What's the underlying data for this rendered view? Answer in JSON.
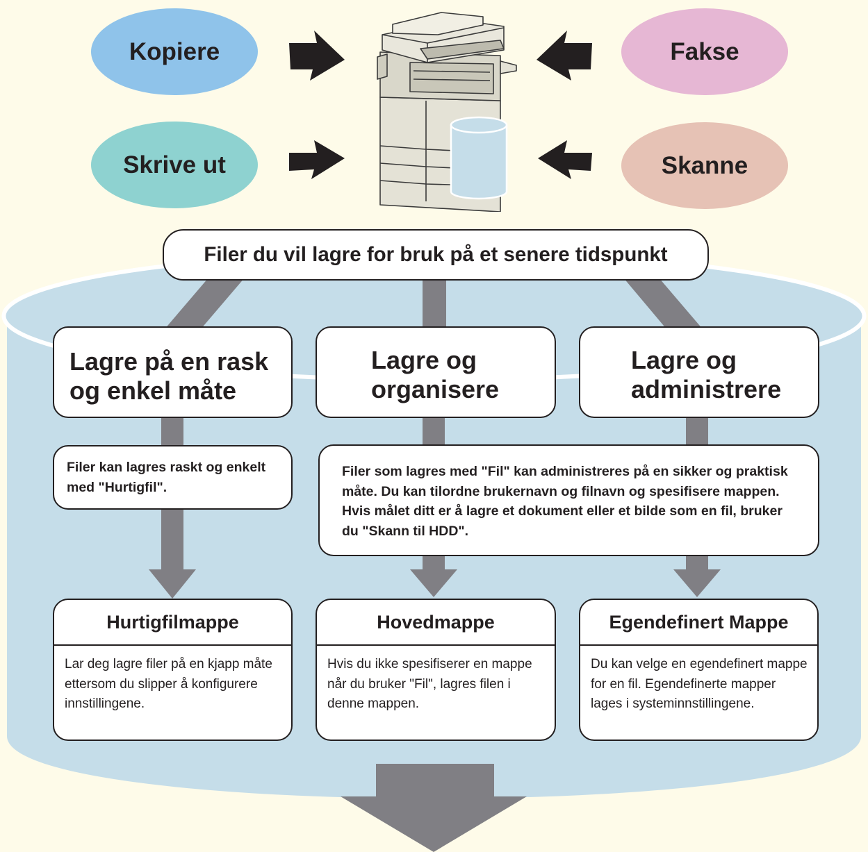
{
  "colors": {
    "background": "#fefbe9",
    "cylinder": "#c5dde9",
    "connector": "#807f84",
    "copy": "#8fc3ea",
    "print": "#8ed2d0",
    "fax": "#e6b7d4",
    "scan": "#e6c2b5"
  },
  "sources": {
    "copy": "Kopiere",
    "fax": "Fakse",
    "print": "Skrive ut",
    "scan": "Skanne"
  },
  "banner": "Filer du vil lagre for bruk på et senere tidspunkt",
  "methods": {
    "quick": "Lagre på en rask og enkel måte",
    "organize": "Lagre og organisere",
    "manage": "Lagre og administrere"
  },
  "descriptions": {
    "quick": "Filer kan lagres raskt og enkelt med \"Hurtigfil\".",
    "file": "Filer som lagres med \"Fil\" kan administreres på en sikker og praktisk måte. Du kan tilordne brukernavn og filnavn og spesifisere mappen. Hvis målet ditt er å lagre et dokument eller et bilde som en fil, bruker du \"Skann til HDD\"."
  },
  "folders": [
    {
      "title": "Hurtigfilmappe",
      "text": "Lar deg lagre filer på en kjapp måte ettersom du slipper å konfigurere innstillingene."
    },
    {
      "title": "Hovedmappe",
      "text": "Hvis du ikke spesifiserer en mappe når du bruker \"Fil\", lagres filen i denne mappen."
    },
    {
      "title": "Egendefinert Mappe",
      "text": "Du kan velge en egendefinert mappe for en fil. Egendefinerte mapper lages i systeminnstillingene."
    }
  ]
}
